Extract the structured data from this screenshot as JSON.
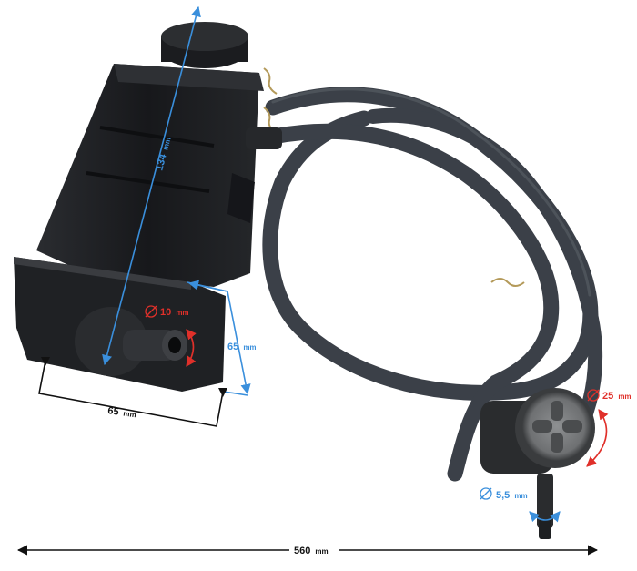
{
  "labels": {
    "length_134": "134",
    "width_65": "65",
    "depth_65": "65",
    "outlet_10": "10",
    "filter_25": "25",
    "nozzle_5_5": "5,5",
    "hose_560": "560",
    "unit": "mm"
  },
  "colors": {
    "blue": "#3a8fdc",
    "red": "#e0302a",
    "black": "#111111",
    "hose": "#3b4048",
    "canister": "#1d1f22"
  },
  "icons": {
    "diameter": "diameter-icon"
  }
}
